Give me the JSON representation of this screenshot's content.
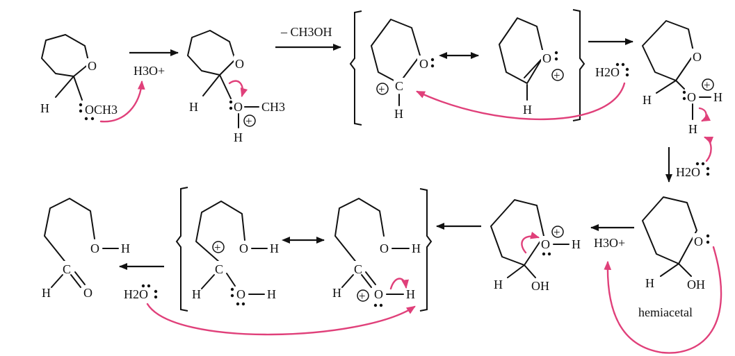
{
  "colors": {
    "ink": "#111111",
    "electron_push_arrow": "#e0407a",
    "background": "#ffffff"
  },
  "diagram": {
    "symbols": {
      "ring_oxygen": "O",
      "hydrogen": "H",
      "carbon": "C",
      "oxygen": "O",
      "water": "H2O",
      "hydronium": "H3O+",
      "hydroxyl": "OH",
      "methoxy": "OCH3",
      "methyl": "CH3",
      "positive_charge": "+",
      "resonance_arrow": "↔"
    },
    "labels": {
      "methanol_loss": "– CH3OH",
      "hemiacetal": "hemiacetal"
    }
  }
}
